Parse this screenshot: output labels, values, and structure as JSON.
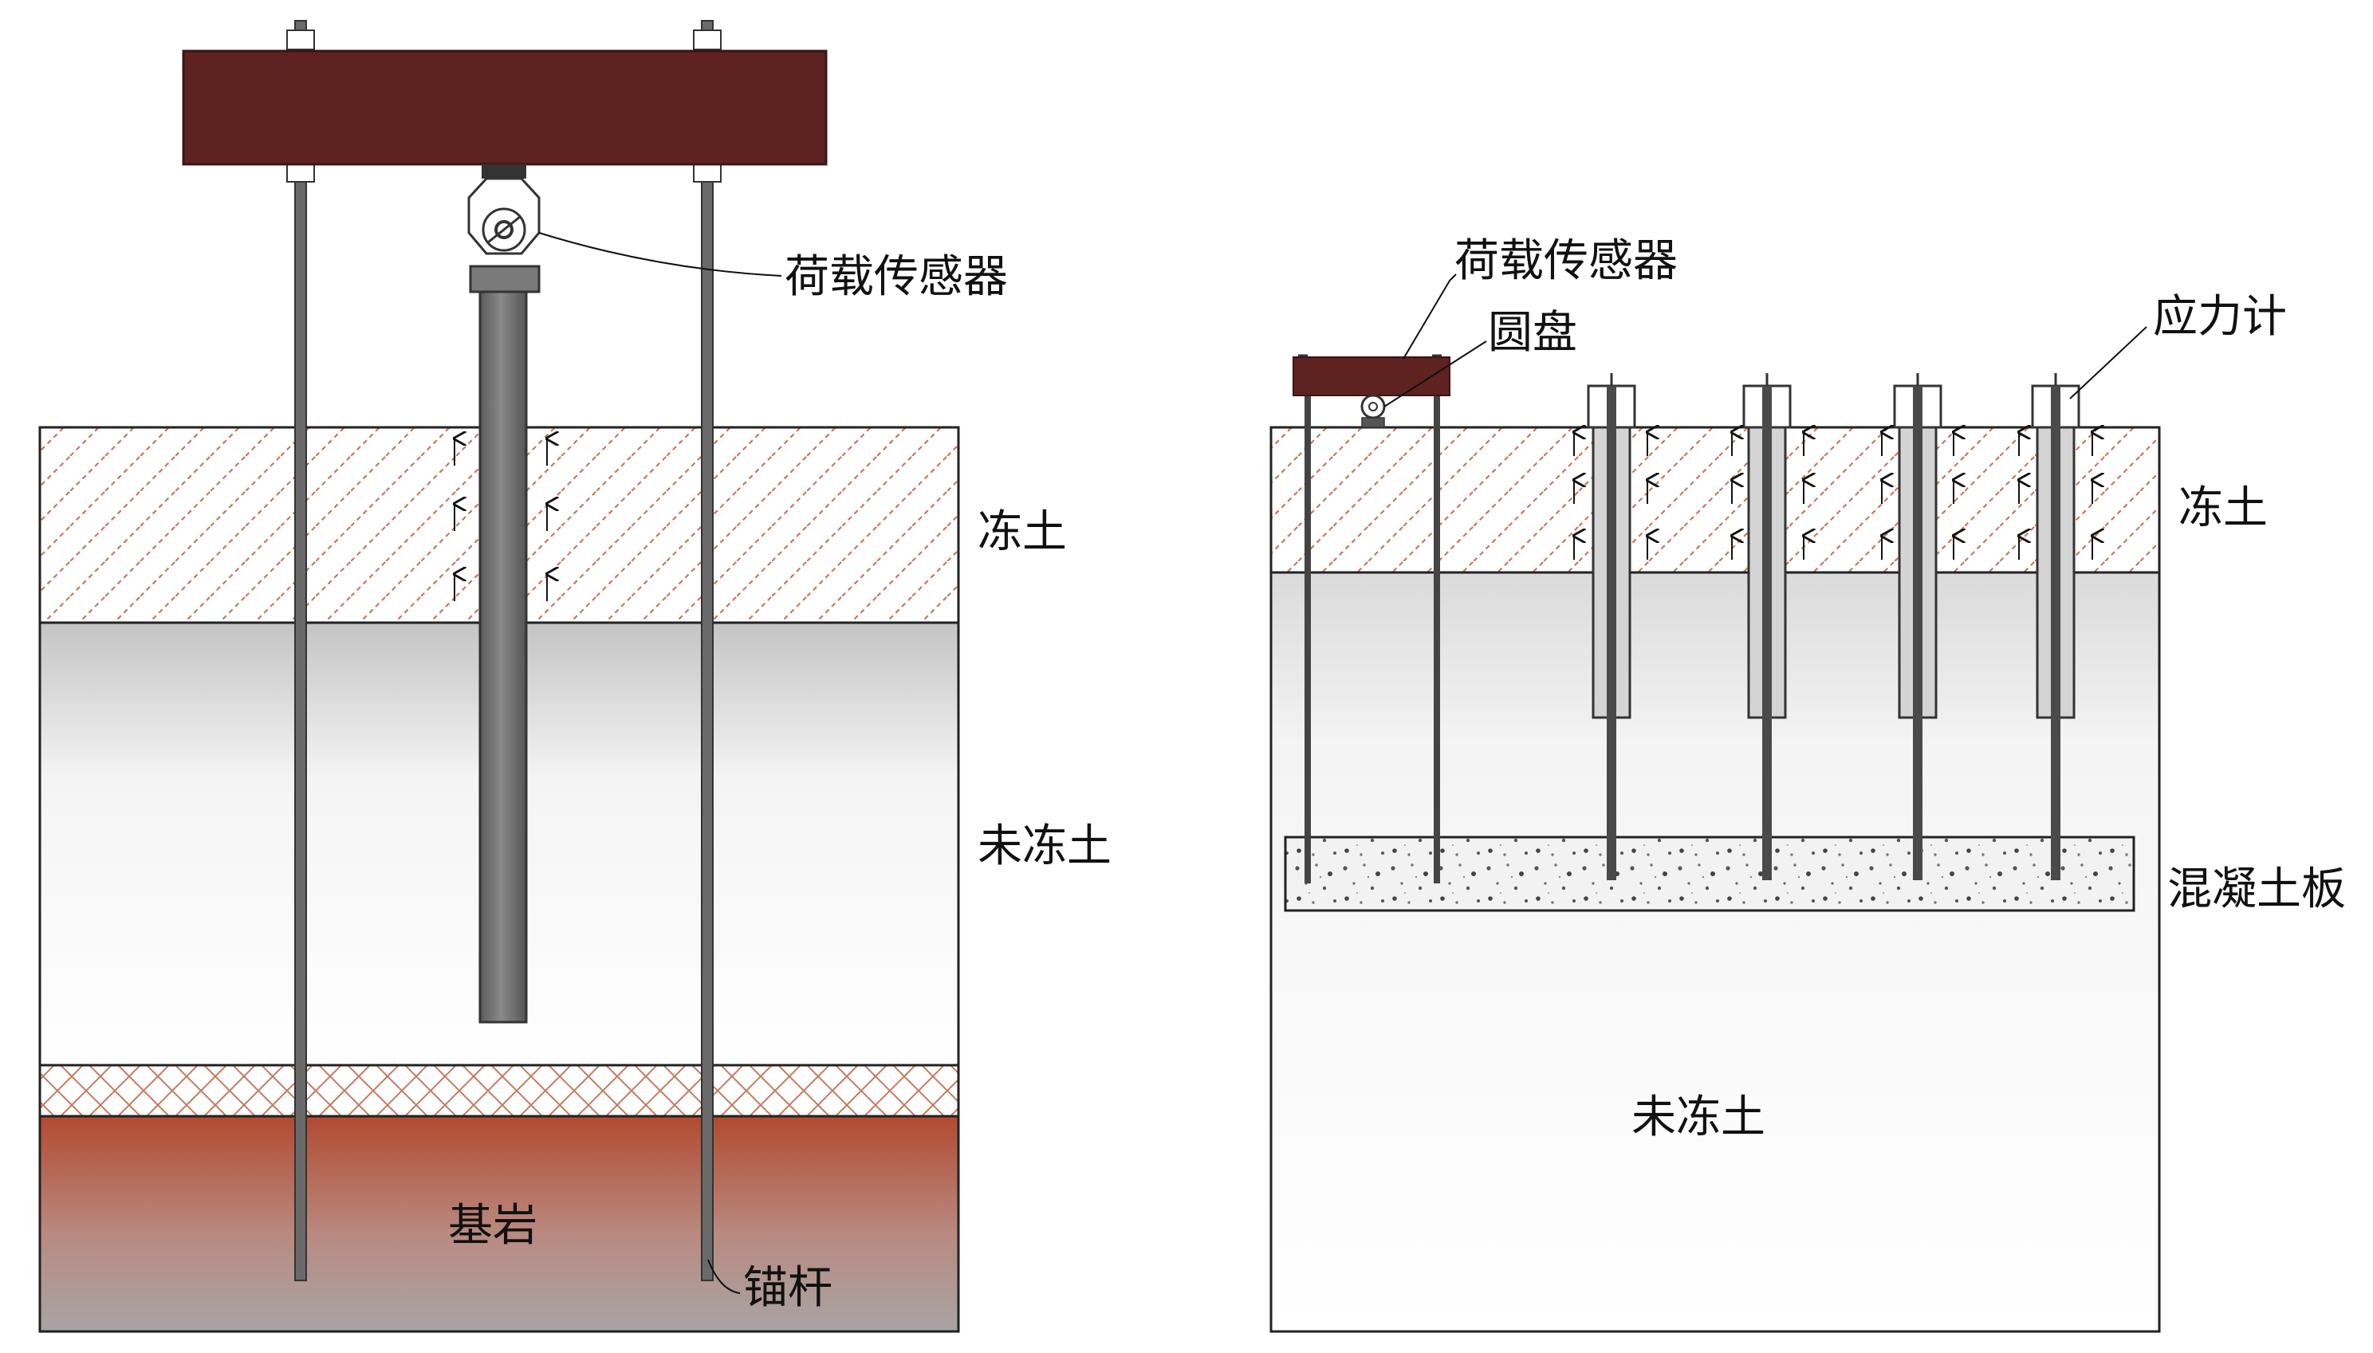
{
  "left_panel": {
    "load_sensor_label": "荷载传感器",
    "frozen_soil_label": "冻土",
    "unfrozen_soil_label": "未冻土",
    "bedrock_label": "基岩",
    "anchor_rod_label": "锚杆"
  },
  "right_panel": {
    "load_sensor_label": "荷载传感器",
    "disc_label": "圆盘",
    "stress_gauge_label": "应力计",
    "frozen_soil_label": "冻土",
    "concrete_slab_label": "混凝土板",
    "unfrozen_soil_label": "未冻土"
  },
  "colors": {
    "reaction_beam": "#5e2220",
    "frozen_hatch": "#c97a5e",
    "unfrozen_top": "#c8c8c8",
    "bedrock_top": "#b5533a",
    "bedrock_bottom": "#a6a6a6",
    "pile": "#6a6a6a"
  }
}
